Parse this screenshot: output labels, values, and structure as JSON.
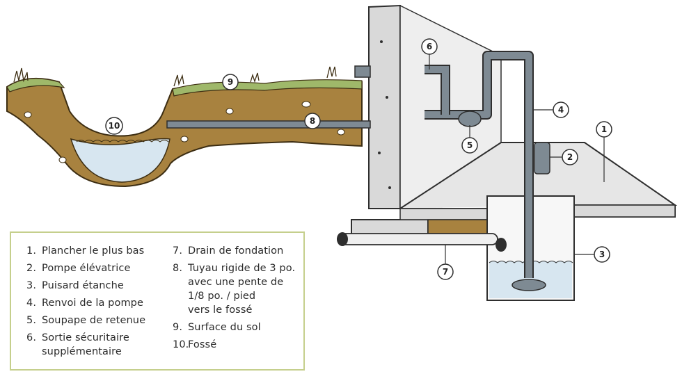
{
  "callouts": [
    "1",
    "2",
    "3",
    "4",
    "5",
    "6",
    "7",
    "8",
    "9",
    "10"
  ],
  "legend": {
    "column1": [
      {
        "num": "1.",
        "text": "Plancher le plus bas"
      },
      {
        "num": "2.",
        "text": "Pompe élévatrice"
      },
      {
        "num": "3.",
        "text": "Puisard étanche"
      },
      {
        "num": "4.",
        "text": "Renvoi de la pompe"
      },
      {
        "num": "5.",
        "text": "Soupape de retenue"
      },
      {
        "num": "6.",
        "text": "Sortie sécuritaire\nsupplémentaire"
      }
    ],
    "column2": [
      {
        "num": "7.",
        "text": "Drain de fondation"
      },
      {
        "num": "8.",
        "text": "Tuyau rigide de 3 po.\navec une pente de\n1/8 po. / pied\nvers le fossé"
      },
      {
        "num": "9.",
        "text": "Surface du sol"
      },
      {
        "num": "10.",
        "text": "Fossé"
      }
    ]
  },
  "colors": {
    "soil": "#a8823f",
    "grass": "#9fb86a",
    "water": "#d7e6f0",
    "concrete": "#d9d9d9",
    "pipe": "#7e8a93",
    "legend_border": "#c5cf8c"
  }
}
